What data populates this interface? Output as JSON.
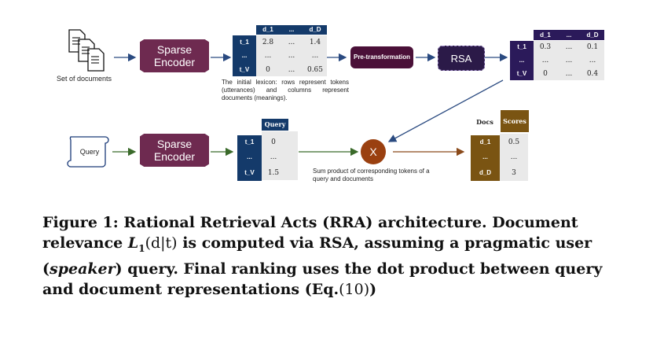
{
  "row1": {
    "docs_label": "Set of documents",
    "encoder_label": "Sparse Encoder",
    "lexicon_table": {
      "col_headers": [
        "d_1",
        "...",
        "d_D"
      ],
      "row_headers": [
        "t_1",
        "...",
        "t_V"
      ],
      "cells": [
        [
          "2.8",
          "...",
          "1.4"
        ],
        [
          "...",
          "...",
          "..."
        ],
        [
          "0",
          "...",
          "0.65"
        ]
      ]
    },
    "lexicon_note": "The initial lexicon: rows represent tokens (utterances) and columns represent documents (meanings).",
    "pretransform_label": "Pre-transformation",
    "rsa_label": "RSA",
    "rsa_table": {
      "col_headers": [
        "d_1",
        "...",
        "d_D"
      ],
      "row_headers": [
        "t_1",
        "...",
        "t_V"
      ],
      "cells": [
        [
          "0.3",
          "...",
          "0.1"
        ],
        [
          "...",
          "...",
          "..."
        ],
        [
          "0",
          "...",
          "0.4"
        ]
      ]
    }
  },
  "row2": {
    "query_label": "Query",
    "encoder_label": "Sparse Encoder",
    "query_table": {
      "col_header": "Query",
      "row_headers": [
        "t_1",
        "...",
        "t_V"
      ],
      "cells": [
        "0",
        "...",
        "1.5"
      ]
    },
    "product_label": "X",
    "product_note": "Sum product of corresponding tokens of a query and documents",
    "scores_table": {
      "docs_header": "Docs",
      "scores_header": "Scores",
      "row_headers": [
        "d_1",
        "...",
        "d_D"
      ],
      "cells": [
        "0.5",
        "...",
        "3"
      ]
    }
  },
  "caption": {
    "part1": "Figure 1: Rational Retrieval Acts (RRA) architecture. Document relevance ",
    "math": "L",
    "math_sub": "1",
    "math_args": "(d|t)",
    "part2": " is computed via RSA, assuming a pragmatic user (",
    "speaker": "speaker",
    "part3": ") query. Final ranking uses the dot product between query and document representations (Eq.",
    "eq_num": "(10)",
    "part4": ")"
  },
  "colors": {
    "encoder": "#6e2a50",
    "pretransform": "#4a1038",
    "rsa": "#2b1a48",
    "table_header_blue": "#143a6a",
    "table_header_purple": "#2b1a5a",
    "table_header_gold": "#7a5412",
    "product_circle": "#9a4010",
    "arrow_blue": "#2a4a80",
    "arrow_green": "#3a6a2a",
    "arrow_brown": "#8a4a1a"
  }
}
